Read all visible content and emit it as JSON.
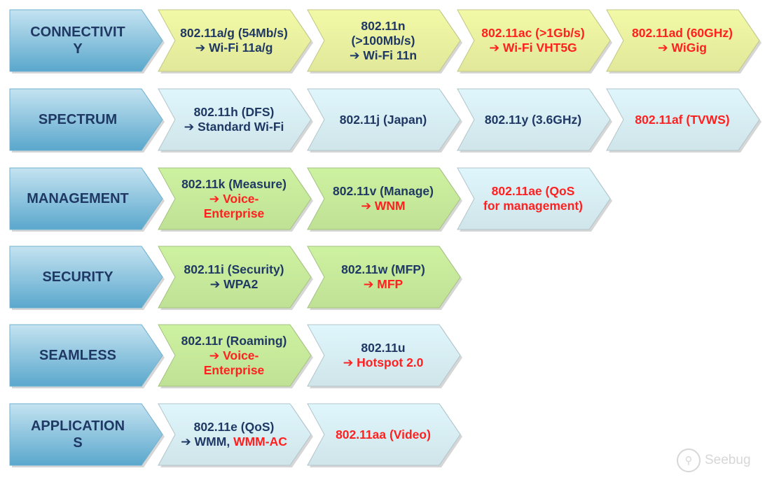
{
  "rows": [
    {
      "category": [
        "CONNECTIVIT",
        "Y"
      ],
      "items": [
        {
          "fill": "yellow",
          "lines": [
            {
              "text": "802.11a/g (54Mb/s)",
              "color": "navy"
            },
            {
              "text": "➔ Wi-Fi 11a/g",
              "color": "navy"
            }
          ]
        },
        {
          "fill": "yellow",
          "lines": [
            {
              "text": "802.11n",
              "color": "navy"
            },
            {
              "text": "(>100Mb/s)",
              "color": "navy"
            },
            {
              "text": "➔ Wi-Fi 11n",
              "color": "navy"
            }
          ]
        },
        {
          "fill": "yellow",
          "lines": [
            {
              "text": "802.11ac (>1Gb/s)",
              "color": "red"
            },
            {
              "text": "➔ Wi-Fi VHT5G",
              "color": "red"
            }
          ]
        },
        {
          "fill": "yellow",
          "lines": [
            {
              "text": "802.11ad (60GHz)",
              "color": "red"
            },
            {
              "text": "➔ WiGig",
              "color": "red"
            }
          ]
        }
      ]
    },
    {
      "category": [
        "SPECTRUM"
      ],
      "items": [
        {
          "fill": "cyan",
          "lines": [
            {
              "text": "802.11h (DFS)",
              "color": "navy"
            },
            {
              "text": "➔ Standard Wi-Fi",
              "color": "navy"
            }
          ]
        },
        {
          "fill": "cyan",
          "lines": [
            {
              "text": "802.11j (Japan)",
              "color": "navy"
            }
          ]
        },
        {
          "fill": "cyan",
          "lines": [
            {
              "text": "802.11y (3.6GHz)",
              "color": "navy"
            }
          ]
        },
        {
          "fill": "cyan",
          "lines": [
            {
              "text": "802.11af (TVWS)",
              "color": "red"
            }
          ]
        }
      ]
    },
    {
      "category": [
        "MANAGEMENT"
      ],
      "items": [
        {
          "fill": "green",
          "lines": [
            {
              "text": "802.11k (Measure)",
              "color": "navy"
            },
            {
              "text": "➔ Voice-",
              "color": "red"
            },
            {
              "text": "Enterprise",
              "color": "red"
            }
          ]
        },
        {
          "fill": "green",
          "lines": [
            {
              "text": "802.11v (Manage)",
              "color": "navy"
            },
            {
              "text": "➔ WNM",
              "color": "red"
            }
          ]
        },
        {
          "fill": "cyan",
          "lines": [
            {
              "text": "802.11ae (QoS",
              "color": "red"
            },
            {
              "text": "for management)",
              "color": "red"
            }
          ]
        }
      ]
    },
    {
      "category": [
        "SECURITY"
      ],
      "items": [
        {
          "fill": "green",
          "lines": [
            {
              "text": "802.11i (Security)",
              "color": "navy"
            },
            {
              "text": "➔ WPA2",
              "color": "navy"
            }
          ]
        },
        {
          "fill": "green",
          "lines": [
            {
              "text": "802.11w (MFP)",
              "color": "navy"
            },
            {
              "text": "➔ MFP",
              "color": "red"
            }
          ]
        }
      ]
    },
    {
      "category": [
        "SEAMLESS"
      ],
      "items": [
        {
          "fill": "green",
          "lines": [
            {
              "text": "802.11r (Roaming)",
              "color": "navy"
            },
            {
              "text": "➔ Voice-",
              "color": "red"
            },
            {
              "text": "Enterprise",
              "color": "red"
            }
          ]
        },
        {
          "fill": "cyan",
          "lines": [
            {
              "text": "802.11u",
              "color": "navy"
            },
            {
              "text": "➔ Hotspot 2.0",
              "color": "red"
            }
          ]
        }
      ]
    },
    {
      "category": [
        "APPLICATION",
        "S"
      ],
      "items": [
        {
          "fill": "cyan",
          "lines": [
            {
              "text": "802.11e (QoS)",
              "color": "navy"
            },
            {
              "segments": [
                {
                  "text": "➔ WMM, ",
                  "color": "navy"
                },
                {
                  "text": "WMM-AC",
                  "color": "red"
                }
              ]
            }
          ]
        },
        {
          "fill": "cyan",
          "lines": [
            {
              "text": "802.11aa (Video)",
              "color": "red"
            }
          ]
        }
      ]
    }
  ],
  "colors": {
    "navy": "#1f3864",
    "red": "#ff2020",
    "category_top": "#c4e3f1",
    "category_bottom": "#5aa7cc",
    "yellow": "#f2f9a6",
    "cyan": "#dff6fc",
    "green": "#cdf2a0"
  },
  "watermark": {
    "icon": "seebug-logo-icon",
    "text": "Seebug"
  }
}
